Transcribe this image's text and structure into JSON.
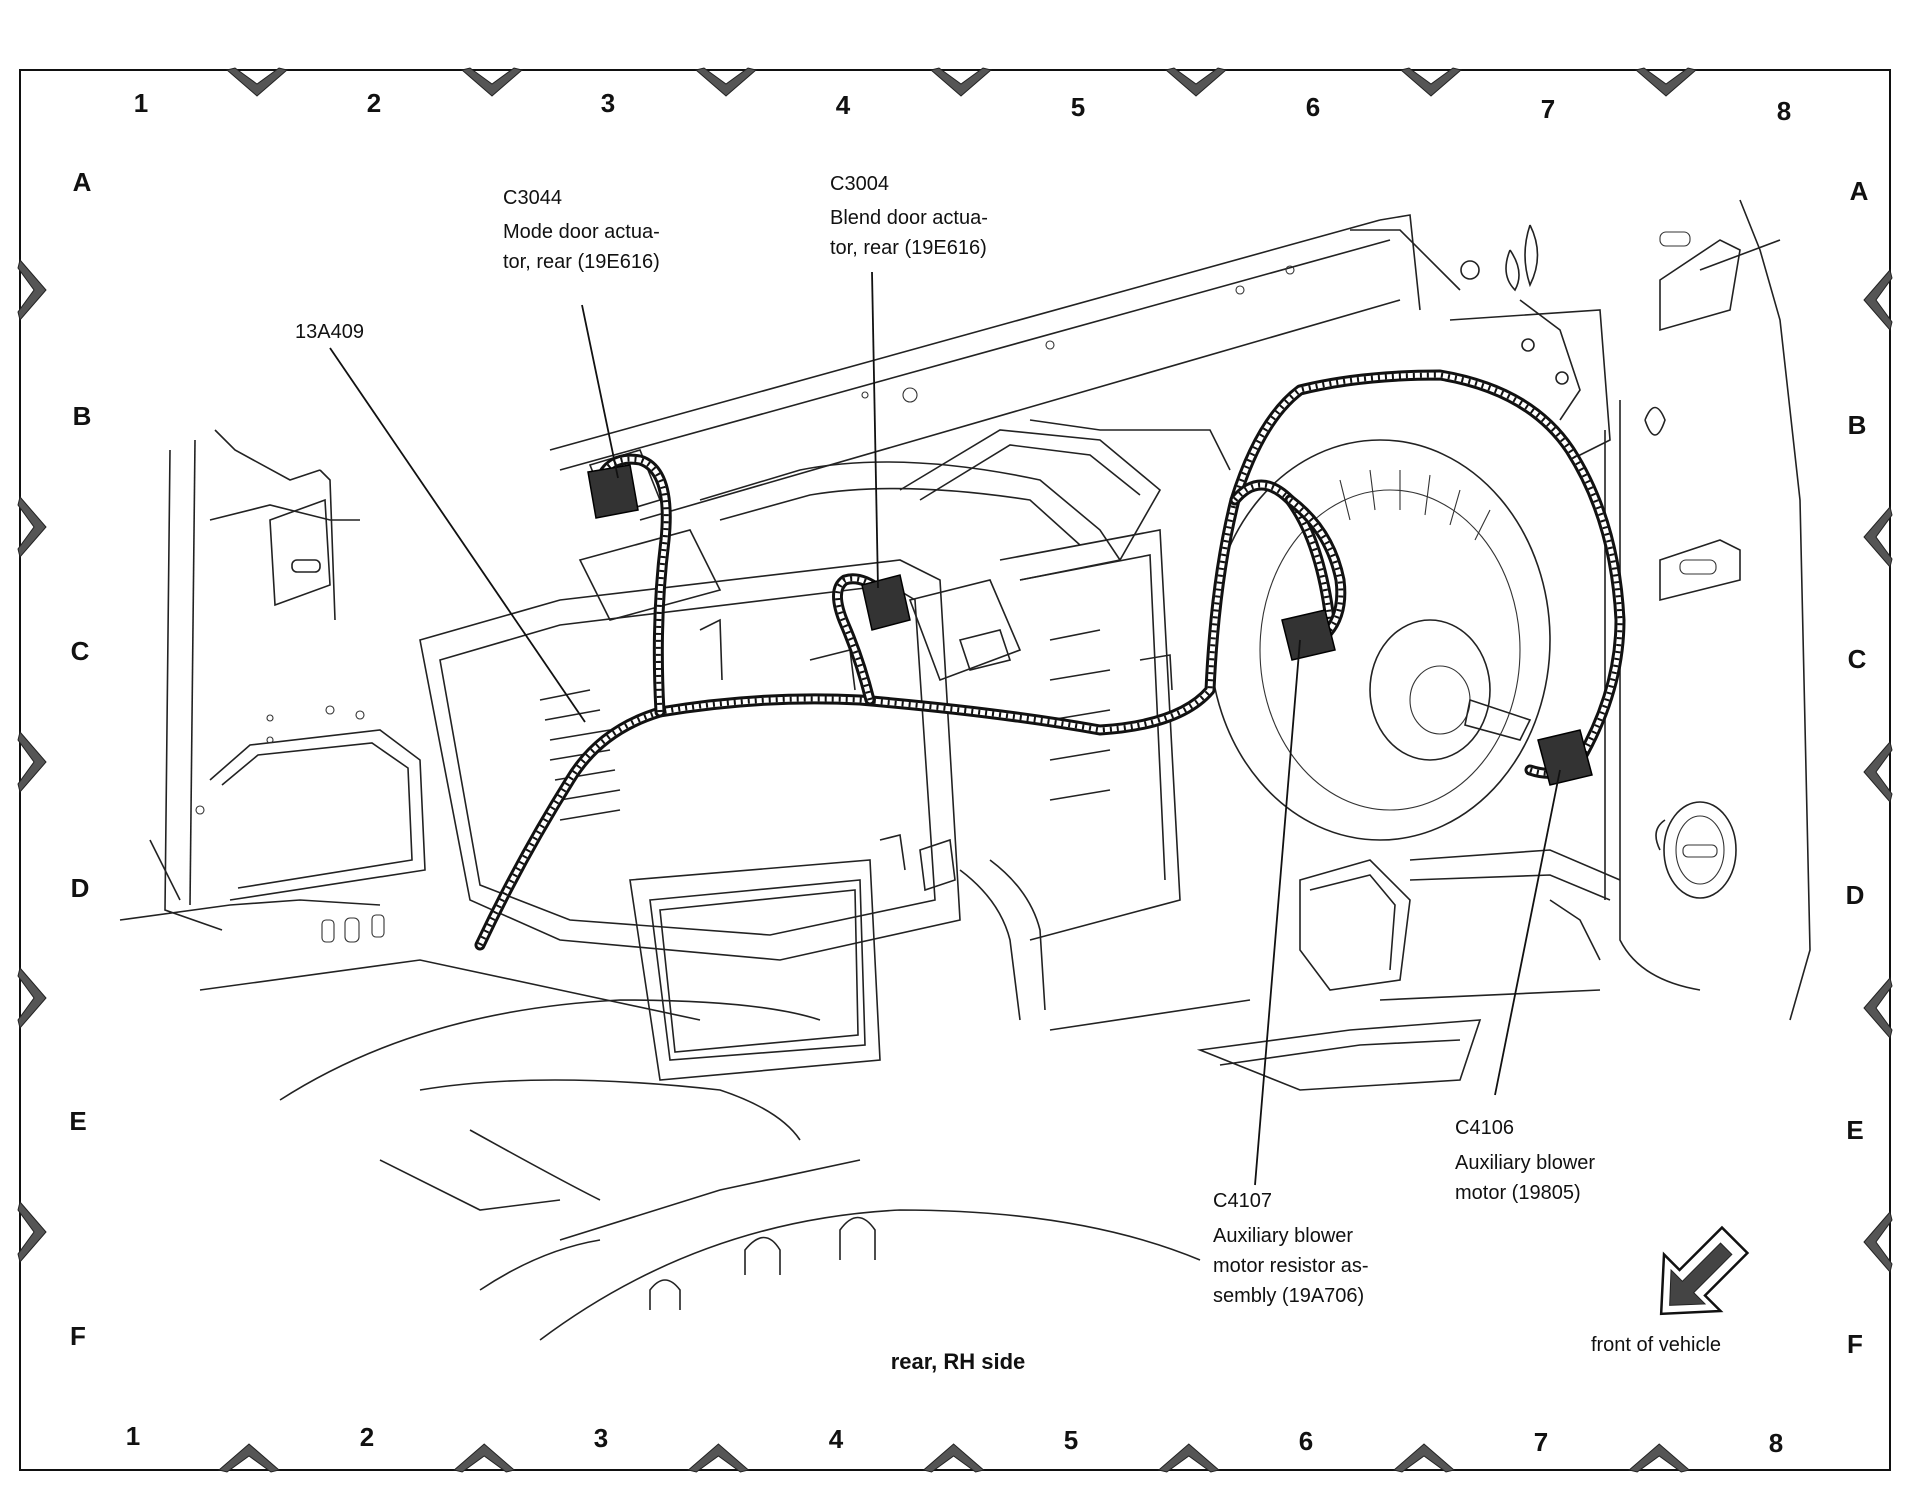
{
  "grid": {
    "columns": [
      "1",
      "2",
      "3",
      "4",
      "5",
      "6",
      "7",
      "8"
    ],
    "rows": [
      "A",
      "B",
      "C",
      "D",
      "E",
      "F"
    ]
  },
  "callouts": {
    "harness": {
      "id": "13A409"
    },
    "c3044": {
      "id": "C3044",
      "line1": "Mode door actua-",
      "line2": "tor, rear (19E616)"
    },
    "c3004": {
      "id": "C3004",
      "line1": "Blend door actua-",
      "line2": "tor, rear (19E616)"
    },
    "c4107": {
      "id": "C4107",
      "line1": "Auxiliary blower",
      "line2": "motor resistor as-",
      "line3": "sembly (19A706)"
    },
    "c4106": {
      "id": "C4106",
      "line1": "Auxiliary blower",
      "line2": "motor (19805)"
    }
  },
  "caption": "rear, RH side",
  "orientation": {
    "label": "front of vehicle",
    "icon": "front-arrow-icon"
  }
}
